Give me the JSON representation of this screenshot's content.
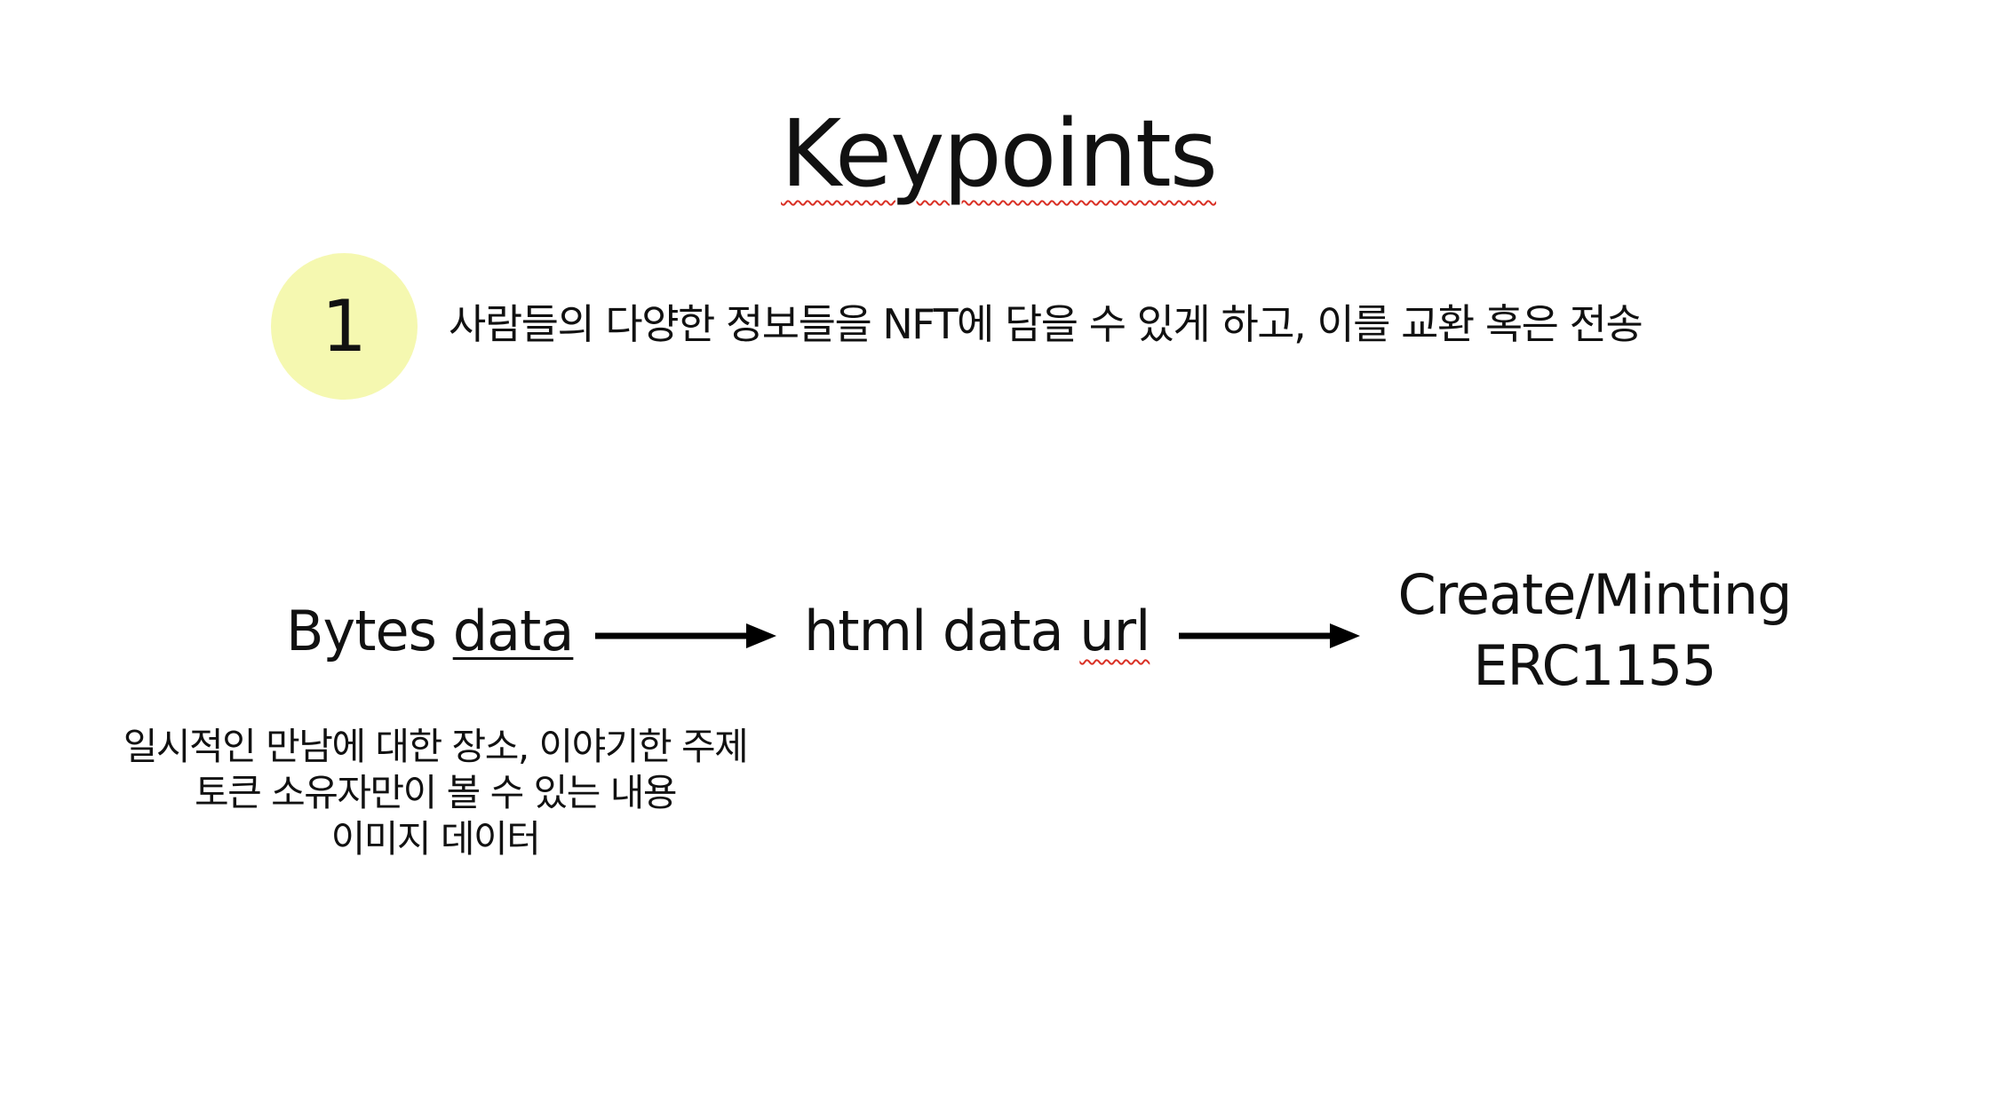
{
  "slide": {
    "title_prefix": "Keypoints",
    "keypoint": {
      "number": "1",
      "text": "사람들의 다양한 정보들을 NFT에 담을 수 있게 하고, 이를 교환 혹은 전송",
      "badge_color": "#f5f8b0"
    },
    "flow": {
      "step1_plain": "Bytes ",
      "step1_underlined": "data",
      "step2_plain": "html data ",
      "step2_squiggle": "url",
      "step3_line1": "Create/Minting",
      "step3_line2": "ERC1155"
    },
    "notes": [
      "일시적인 만남에 대한 장소, 이야기한 주제",
      "토큰 소유자만이 볼 수 있는 내용",
      "이미지 데이터"
    ],
    "colors": {
      "text": "#111111",
      "arrow": "#000000",
      "spellcheck_underline": "#d93025"
    }
  }
}
